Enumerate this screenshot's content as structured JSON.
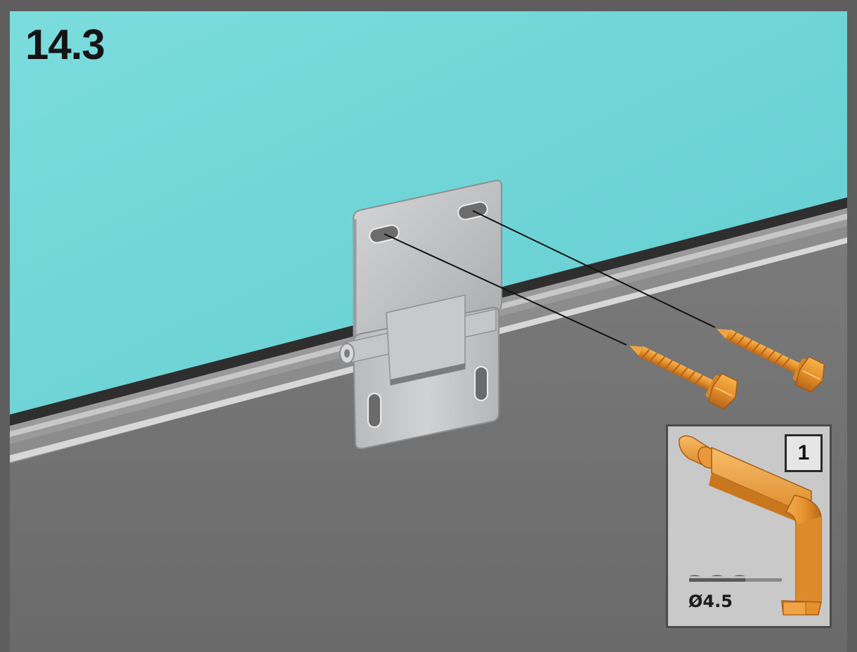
{
  "step": {
    "number": "14.3"
  },
  "scene": {
    "parts": {
      "panel_top_color": "#6fd4d6",
      "panel_bottom_color": "#707070",
      "frame_color": "#5f5f5f",
      "hinge_color": "#c2c4c6",
      "screw_color": "#e08d2a"
    },
    "screws": [
      {
        "name": "screw-left"
      },
      {
        "name": "screw-right"
      }
    ]
  },
  "inset": {
    "number": "1",
    "drill_diameter": "Ø4.5",
    "tool_icon": "hex-key-icon",
    "drill_icon": "drill-bit-icon"
  }
}
